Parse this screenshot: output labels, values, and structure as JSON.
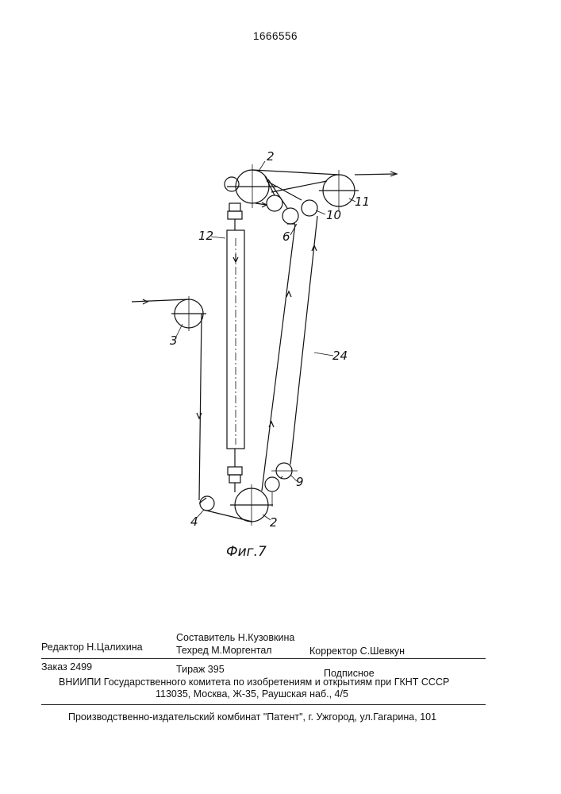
{
  "header": {
    "patent_number": "1666556"
  },
  "figure": {
    "caption": "Фиг.7",
    "labels": {
      "roller_2_top": "2",
      "roller_2_bottom": "2",
      "roller_3": "3",
      "roller_4": "4",
      "roller_6": "6",
      "roller_9": "9",
      "roller_10": "10",
      "roller_11": "11",
      "element_12": "12",
      "belt_24": "24"
    }
  },
  "colophon": {
    "editor": "Редактор  Н.Цалихина",
    "compiler": "Составитель   Н.Кузовкина",
    "techred": "Техред М.Моргентал",
    "corrector": "Корректор С.Шевкун",
    "order": "Заказ  2499",
    "circulation": "Тираж   395",
    "subscription": "Подписное",
    "institution": "ВНИИПИ Государственного комитета по изобретениям и открытиям при ГКНТ СССР",
    "address": "113035, Москва, Ж-35, Раушская наб., 4/5",
    "publisher": "Производственно-издательский комбинат \"Патент\", г. Ужгород, ул.Гагарина, 101"
  }
}
